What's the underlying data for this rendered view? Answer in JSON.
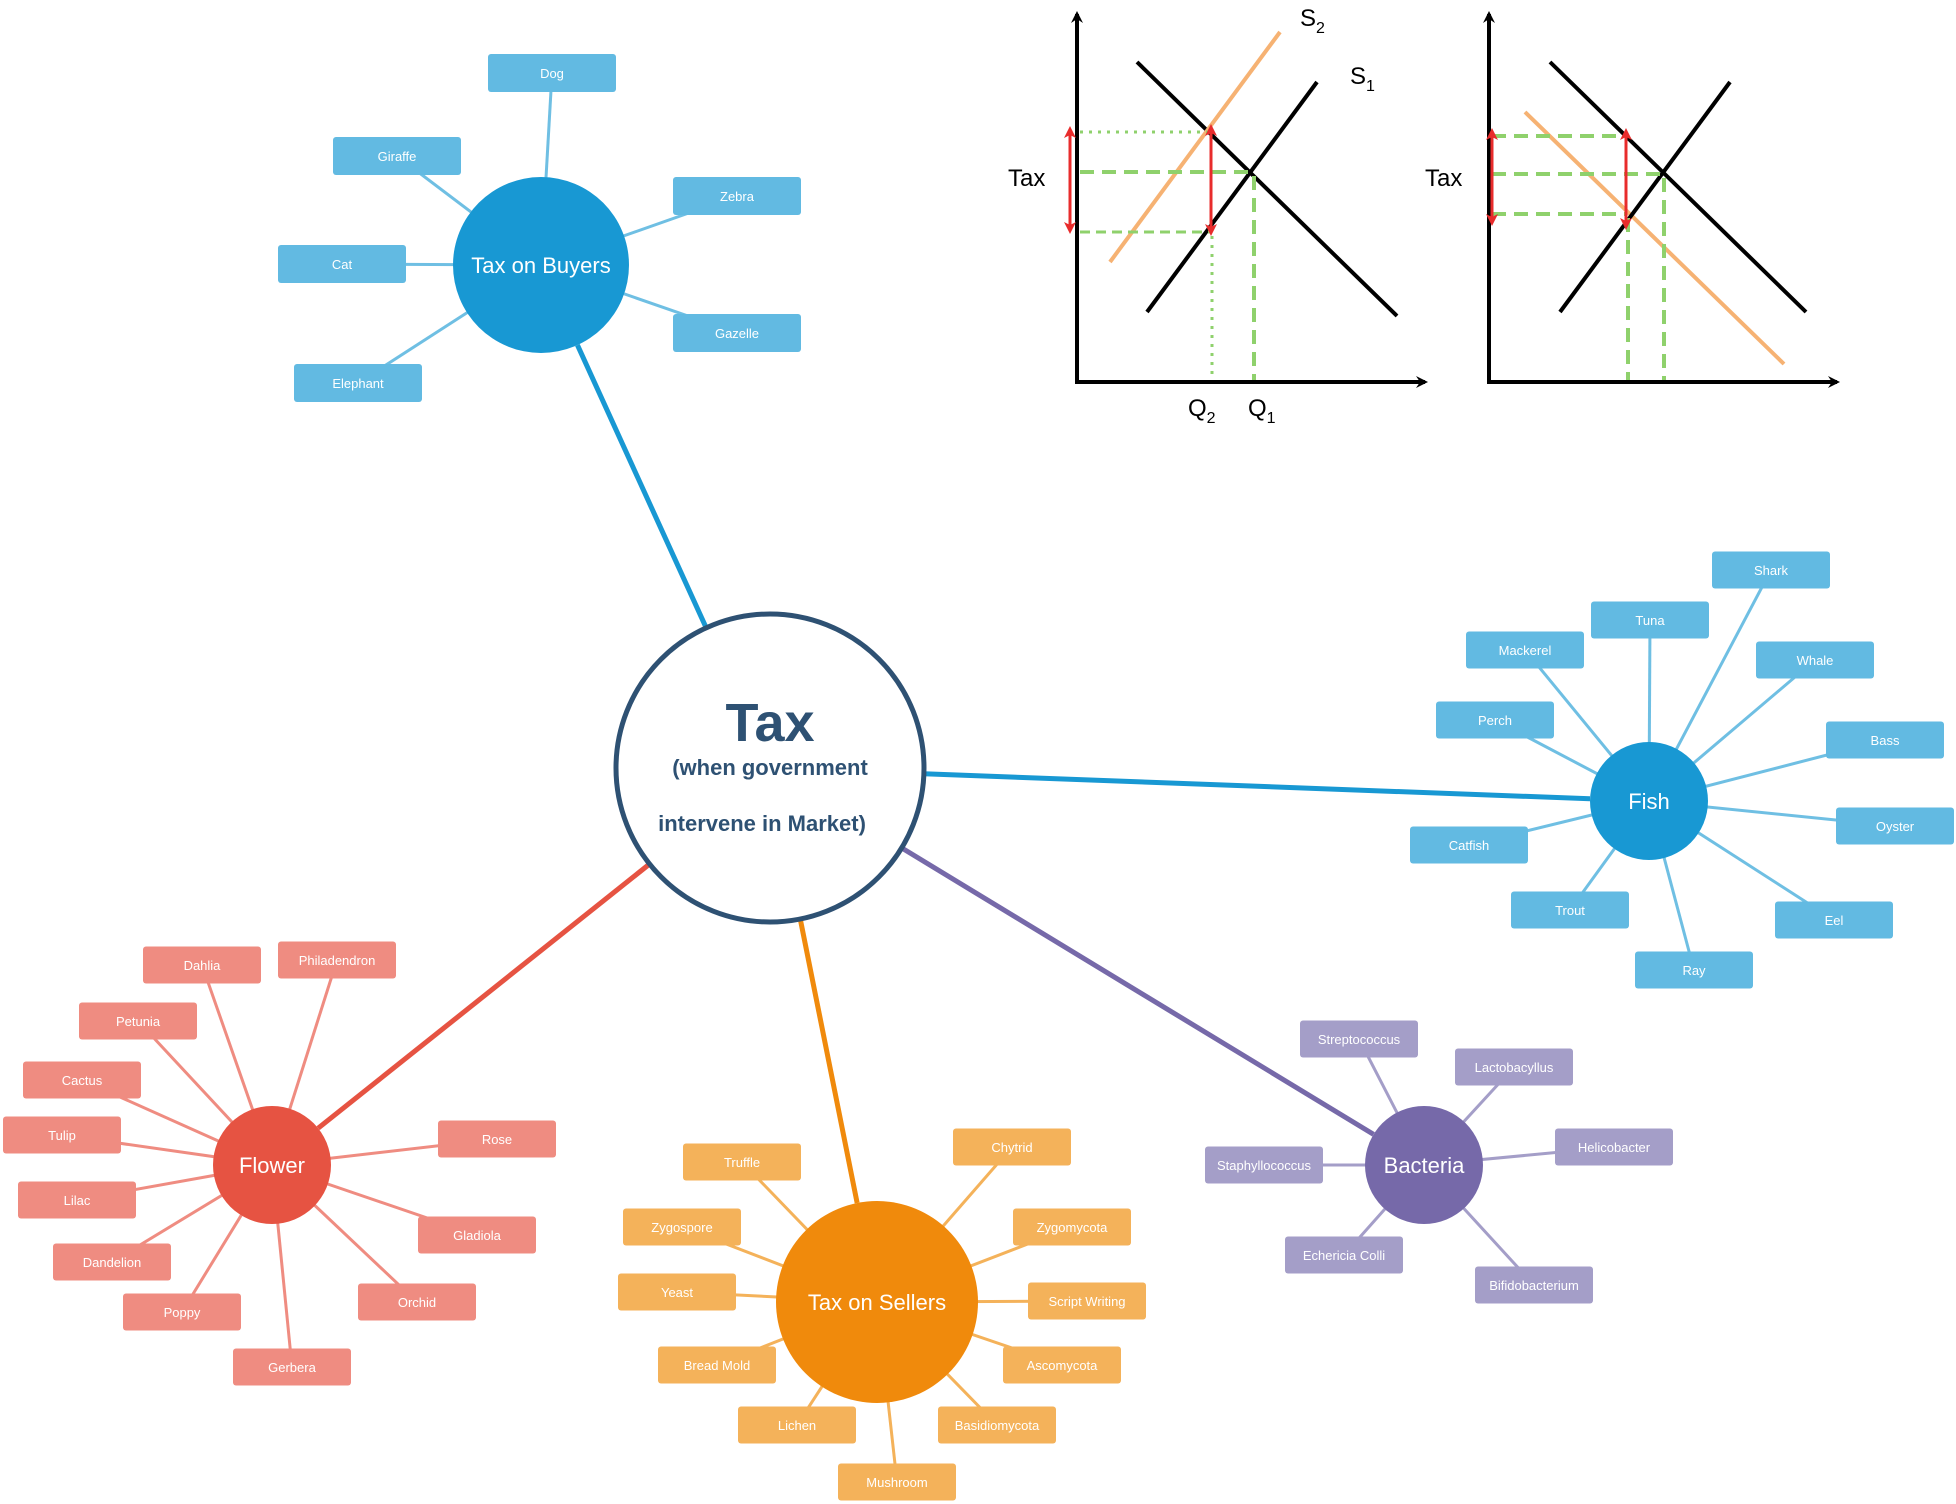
{
  "center": {
    "title": "Tax",
    "subtitle_line1": "(when government",
    "subtitle_line2": "intervene in Market)"
  },
  "branches": [
    {
      "key": "buyers",
      "label": "Tax on Buyers",
      "color": "#1898d3",
      "leafColor": "#62bae2",
      "linkColor": "#6fbfe3",
      "leaves": [
        "Dog",
        "Giraffe",
        "Zebra",
        "Cat",
        "Gazelle",
        "Elephant"
      ]
    },
    {
      "key": "fish",
      "label": "Fish",
      "color": "#1898d3",
      "leafColor": "#62bae2",
      "linkColor": "#6fbfe3",
      "leaves": [
        "Shark",
        "Tuna",
        "Mackerel",
        "Whale",
        "Perch",
        "Bass",
        "Oyster",
        "Catfish",
        "Trout",
        "Eel",
        "Ray"
      ]
    },
    {
      "key": "flower",
      "label": "Flower",
      "color": "#e65342",
      "leafColor": "#ef8c81",
      "linkColor": "#ef8c81",
      "leaves": [
        "Dahlia",
        "Philadendron",
        "Petunia",
        "Cactus",
        "Tulip",
        "Rose",
        "Lilac",
        "Gladiola",
        "Dandelion",
        "Orchid",
        "Poppy",
        "Gerbera"
      ]
    },
    {
      "key": "sellers",
      "label": "Tax on Sellers",
      "color": "#f08a0c",
      "leafColor": "#f4b25a",
      "linkColor": "#f4b25a",
      "leaves": [
        "Truffle",
        "Chytrid",
        "Zygospore",
        "Zygomycota",
        "Yeast",
        "Script Writing",
        "Bread Mold",
        "Ascomycota",
        "Lichen",
        "Basidiomycota",
        "Mushroom"
      ]
    },
    {
      "key": "bacteria",
      "label": "Bacteria",
      "color": "#7669a9",
      "leafColor": "#a49ec8",
      "linkColor": "#a49ec8",
      "leaves": [
        "Streptococcus",
        "Lactobacyllus",
        "Staphyllococcus",
        "Helicobacter",
        "Echericia Colli",
        "Bifidobacterium"
      ]
    }
  ],
  "graphs": {
    "left": {
      "tax_label": "Tax",
      "s2": "S",
      "s2_sub": "2",
      "s1": "S",
      "s1_sub": "1",
      "q2": "Q",
      "q2_sub": "2",
      "q1": "Q",
      "q1_sub": "1"
    },
    "right": {
      "tax_label": "Tax"
    }
  },
  "colors": {
    "center_stroke": "#2e5173",
    "center_link_buyers": "#1898d3",
    "center_link_fish": "#1898d3",
    "center_link_flower": "#e65342",
    "center_link_sellers": "#f08a0c",
    "center_link_bacteria": "#7669a9",
    "supply_shift": "#f6b273",
    "arrow": "#e82c2c",
    "guide": "#8fd16c"
  }
}
